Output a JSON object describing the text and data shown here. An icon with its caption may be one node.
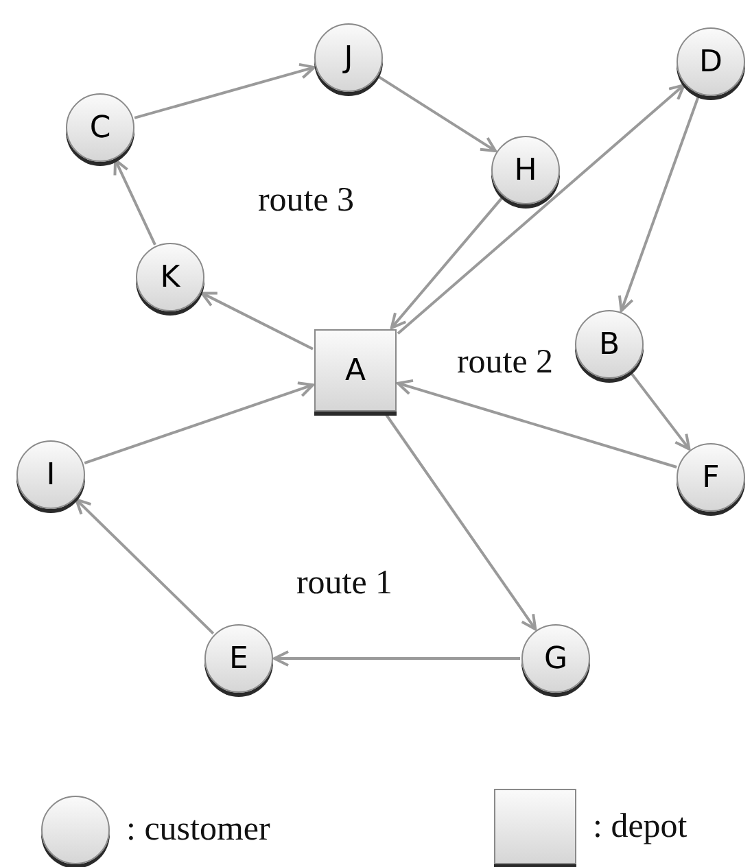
{
  "diagram": {
    "nodes": [
      {
        "text": [
          "J"
        ]
      },
      {
        "text": [
          "D"
        ]
      },
      {
        "text": [
          "C"
        ]
      },
      {
        "text": [
          "H"
        ]
      },
      {
        "text": [
          "K"
        ]
      },
      {
        "text": [
          "B"
        ]
      },
      {
        "text": [
          "A"
        ]
      },
      {
        "text": [
          "I"
        ]
      },
      {
        "text": [
          "F"
        ]
      },
      {
        "text": [
          "E"
        ]
      },
      {
        "text": [
          "G"
        ]
      }
    ],
    "edges": [
      {
        "from": 6,
        "to": 4,
        "arrow": "to"
      },
      {
        "from": 4,
        "to": 2,
        "arrow": "to"
      },
      {
        "from": 2,
        "to": 0,
        "arrow": "to"
      },
      {
        "from": 0,
        "to": 3,
        "arrow": "to"
      },
      {
        "from": 3,
        "to": 6,
        "arrow": "to"
      },
      {
        "from": 6,
        "to": 1,
        "arrow": "to"
      },
      {
        "from": 1,
        "to": 5,
        "arrow": "to"
      },
      {
        "from": 5,
        "to": 8,
        "arrow": "to"
      },
      {
        "from": 8,
        "to": 6,
        "arrow": "to"
      },
      {
        "from": 6,
        "to": 10,
        "arrow": "to"
      },
      {
        "from": 10,
        "to": 9,
        "arrow": "to"
      },
      {
        "from": 9,
        "to": 7,
        "arrow": "to"
      },
      {
        "from": 7,
        "to": 6,
        "arrow": "to"
      }
    ],
    "labels": [
      "route 3",
      "route 2",
      "route 1"
    ],
    "legend": [
      {
        "text": ": customer"
      },
      {
        "text": ": depot"
      }
    ]
  }
}
